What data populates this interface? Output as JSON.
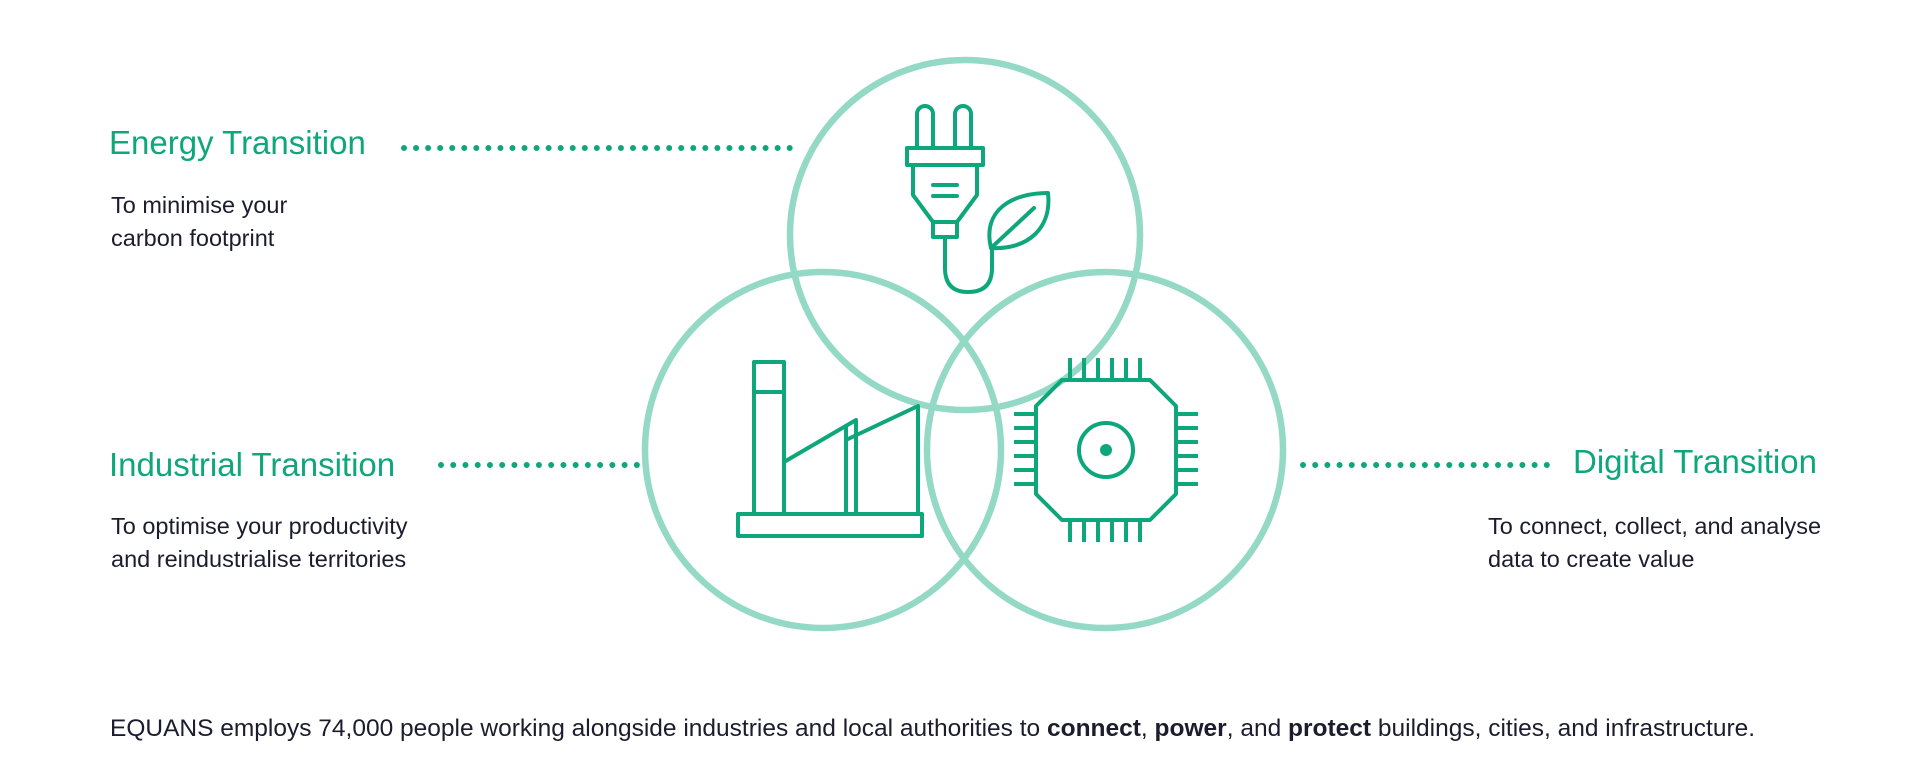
{
  "colors": {
    "accent": "#0ea77c",
    "circle": "#94d9c5",
    "text": "#1c1c2e"
  },
  "items": {
    "energy": {
      "title": "Energy Transition",
      "desc_line1": "To minimise your",
      "desc_line2": "carbon footprint",
      "icon": "plug-leaf-icon"
    },
    "industrial": {
      "title": "Industrial Transition",
      "desc_line1": "To optimise your productivity",
      "desc_line2": "and reindustrialise territories",
      "icon": "factory-icon"
    },
    "digital": {
      "title": "Digital Transition",
      "desc_line1": "To connect, collect, and analyse",
      "desc_line2": "data to create value",
      "icon": "microchip-icon"
    }
  },
  "footer": {
    "part1": "EQUANS employs 74,000 people working alongside industries and local authorities to ",
    "bold1": "connect",
    "part2": ", ",
    "bold2": "power",
    "part3": ", and ",
    "bold3": "protect",
    "part4": " buildings, cities, and infrastructure."
  }
}
